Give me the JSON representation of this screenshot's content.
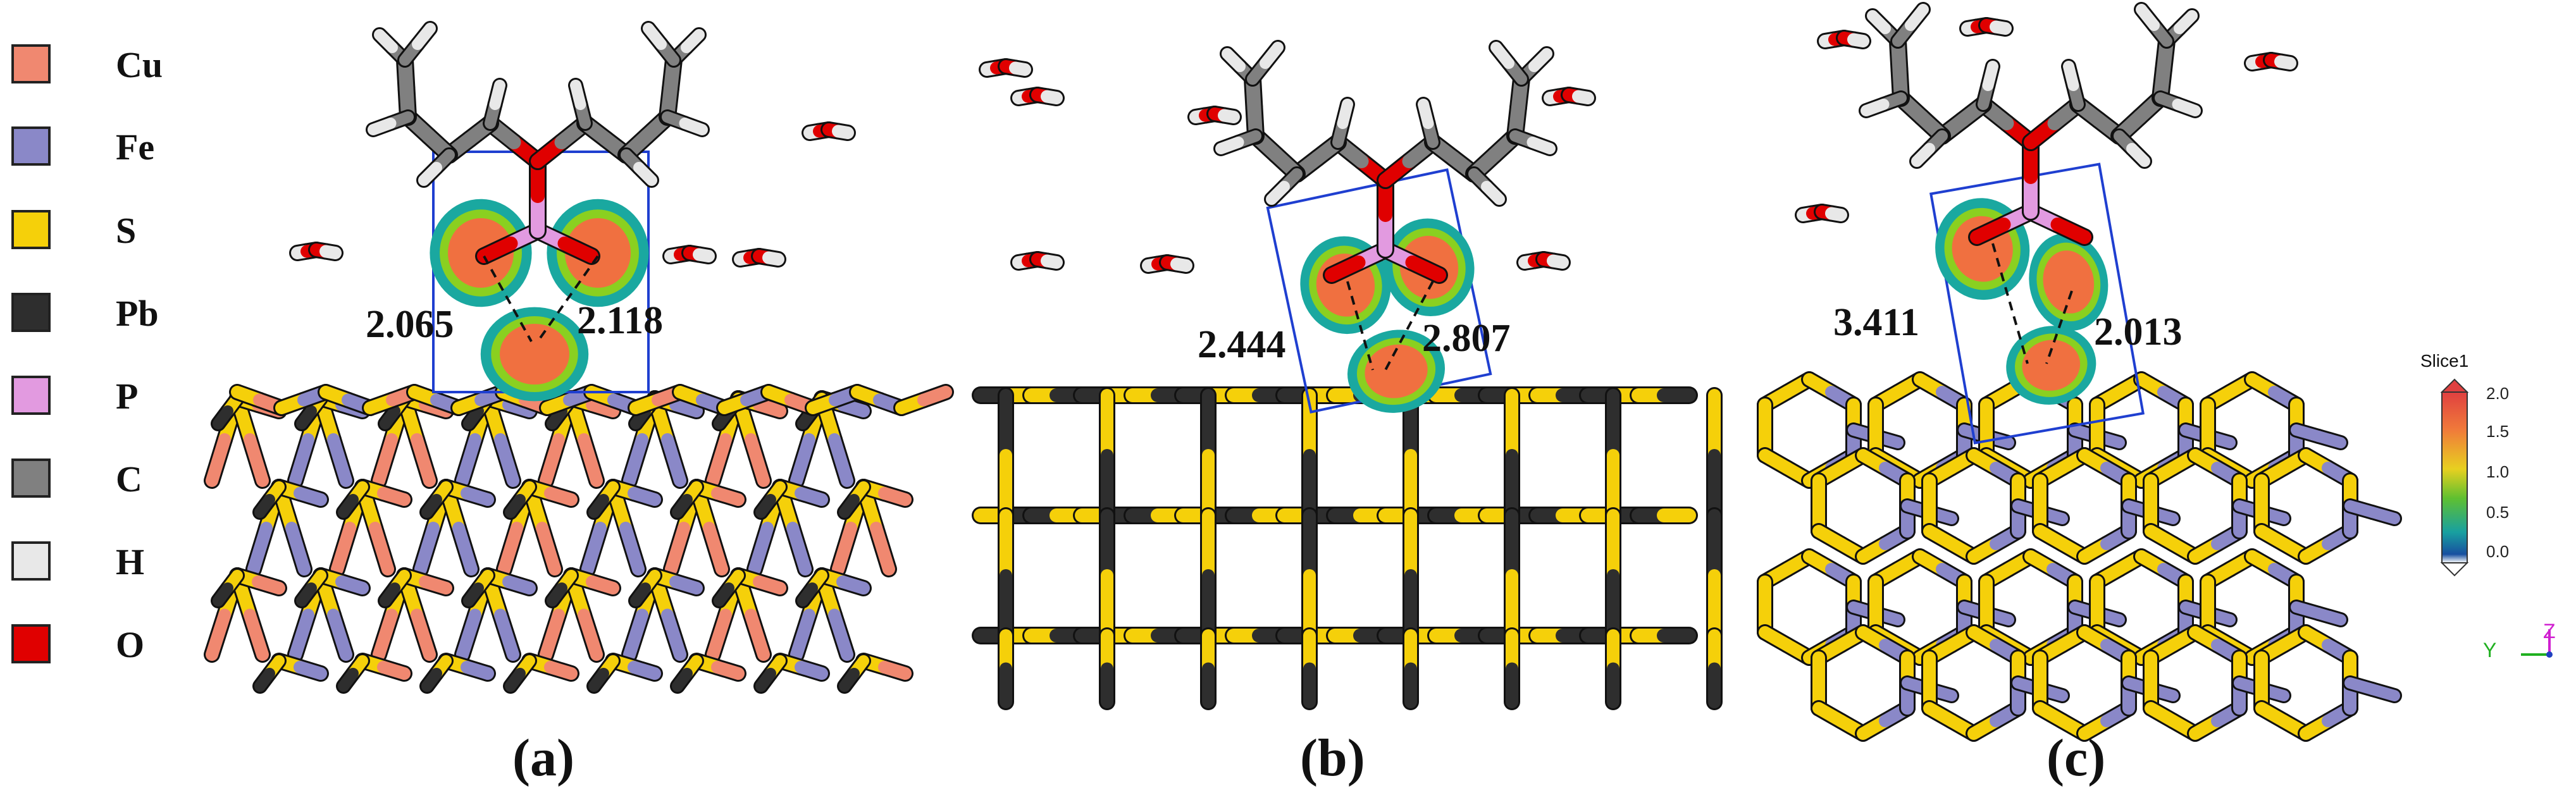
{
  "legend": [
    {
      "label": "Cu",
      "color": "#f08870"
    },
    {
      "label": "Fe",
      "color": "#8a88c8"
    },
    {
      "label": "S",
      "color": "#f5d00a"
    },
    {
      "label": "Pb",
      "color": "#2e2e2e"
    },
    {
      "label": "P",
      "color": "#e29ae0"
    },
    {
      "label": "C",
      "color": "#808080"
    },
    {
      "label": "H",
      "color": "#e8e8e8"
    },
    {
      "label": "O",
      "color": "#e00000"
    }
  ],
  "panels": [
    {
      "label": "(a)",
      "bond_left": "2.065",
      "bond_right": "2.118"
    },
    {
      "label": "(b)",
      "bond_left": "2.444",
      "bond_right": "2.807"
    },
    {
      "label": "(c)",
      "bond_left": "3.411",
      "bond_right": "2.013"
    }
  ],
  "colorbar": {
    "title": "Slice1",
    "ticks": [
      "2.0",
      "1.5",
      "1.0",
      "0.5",
      "0.0"
    ]
  },
  "axes": {
    "z": "Z",
    "y": "Y"
  },
  "colors": {
    "S": "#f5d00a",
    "Cu": "#f08870",
    "Fe": "#8a88c8",
    "Pb": "#2e2e2e",
    "P": "#e29ae0",
    "C": "#808080",
    "H": "#e8e8e8",
    "O": "#e00000",
    "box": "#1f3fd0",
    "contour_outer": "#1aa8a0",
    "contour_mid": "#8ad020",
    "contour_inner": "#f07040"
  }
}
